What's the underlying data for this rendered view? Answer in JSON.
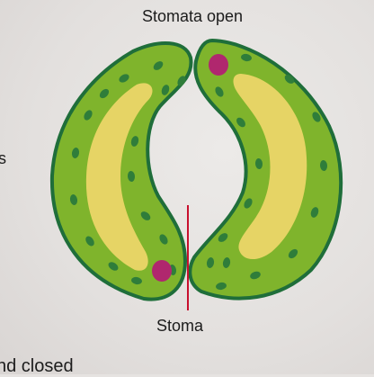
{
  "diagram": {
    "title": "Stomata open",
    "stoma_label": "Stoma",
    "left_edge_text": "s",
    "bottom_edge_text": "nd closed",
    "colors": {
      "cell_green": "#7fb42c",
      "cell_outline": "#1f6e3a",
      "vacuole_yellow": "#e6d465",
      "chloroplast": "#2f7d3a",
      "nucleus": "#b0276e",
      "pointer_line": "#c8102e"
    }
  }
}
